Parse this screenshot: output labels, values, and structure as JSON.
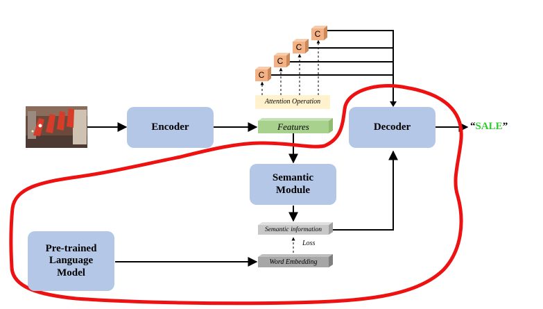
{
  "diagram": {
    "encoder": "Encoder",
    "decoder": "Decoder",
    "semantic_module": [
      "Semantic",
      "Module"
    ],
    "language_model": [
      "Pre-trained",
      "Language",
      "Model"
    ],
    "features": "Features",
    "attention_operation": "Attention Operation",
    "semantic_information": "Semantic information",
    "word_embedding": "Word Embedding",
    "loss": "Loss",
    "context_cubes": [
      "C",
      "C",
      "C",
      "C"
    ],
    "output": {
      "open_quote": "“",
      "word": "SALE",
      "close_quote": "”"
    },
    "input_image_text": "SALE"
  },
  "colors": {
    "module_fill": "#b4c7e7",
    "features_fill": "#a9d18e",
    "attention_fill": "#fff2cc",
    "cube_fill": "#f4b183",
    "gray_bar": "#c8c8c8",
    "dark_bar": "#a6a6a6",
    "output_word": "#2ecc2e",
    "annotation_stroke": "#ee1111"
  }
}
